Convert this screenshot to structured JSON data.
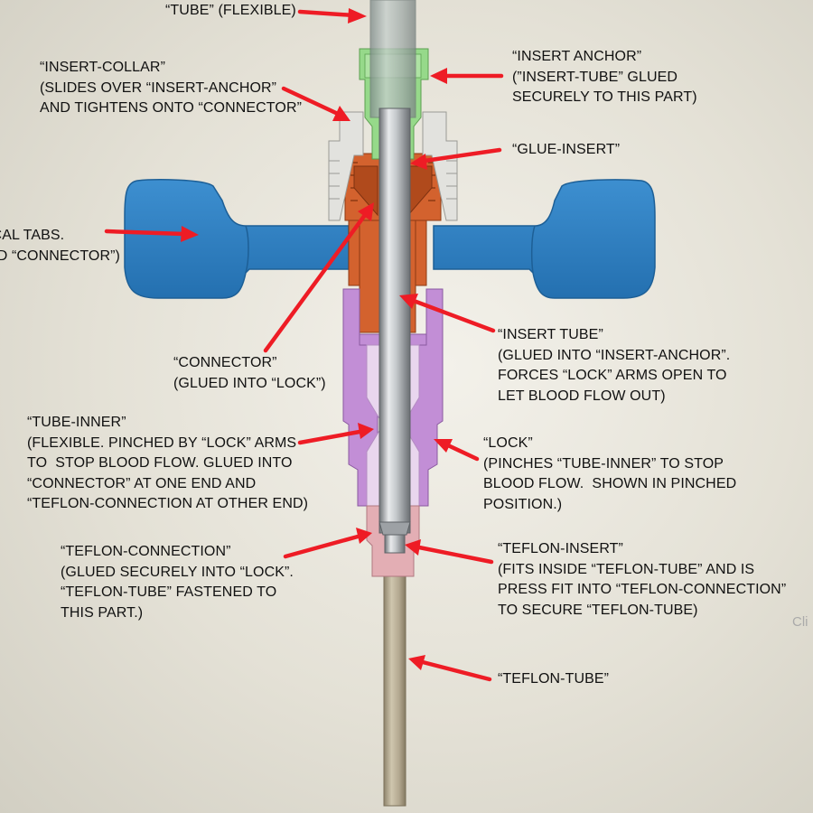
{
  "labels": {
    "tube": "“TUBE” (FLEXIBLE)",
    "insert_anchor": "“INSERT ANCHOR”\n(”INSERT-TUBE” GLUED\nSECURELY TO THIS PART)",
    "insert_collar": "“INSERT-COLLAR”\n(SLIDES OVER “INSERT-ANCHOR”\nAND TIGHTENS ONTO “CONNECTOR”",
    "glue_insert": "“GLUE-INSERT”",
    "tabs": "ICAL TABS.\nED “CONNECTOR”)",
    "insert_tube": "“INSERT TUBE”\n(GLUED INTO “INSERT-ANCHOR”.\nFORCES “LOCK” ARMS OPEN TO\nLET BLOOD FLOW OUT)",
    "connector": "“CONNECTOR”\n(GLUED INTO “LOCK”)",
    "tube_inner": "“TUBE-INNER”\n(FLEXIBLE. PINCHED BY “LOCK” ARMS\nTO  STOP BLOOD FLOW. GLUED INTO\n“CONNECTOR” AT ONE END AND\n“TEFLON-CONNECTION AT OTHER END)",
    "lock": "“LOCK”\n(PINCHES “TUBE-INNER” TO STOP\nBLOOD FLOW.  SHOWN IN PINCHED\nPOSITION.)",
    "teflon_connection": "“TEFLON-CONNECTION”\n(GLUED SECURELY INTO “LOCK”.\n“TEFLON-TUBE” FASTENED TO\nTHIS PART.)",
    "teflon_insert": "“TEFLON-INSERT”\n(FITS INSIDE “TEFLON-TUBE” AND IS\nPRESS FIT INTO “TEFLON-CONNECTION”\nTO SECURE “TEFLON-TUBE)",
    "teflon_tube": "“TEFLON-TUBE”",
    "clip_hint": "Cli"
  },
  "colors": {
    "arrow": "#ee1c25",
    "tabs": "#2f82c6",
    "insert_anchor": "#96d98a",
    "insert_collar": "#e2e2de",
    "connector": "#d3622e",
    "lock": "#c28ed6",
    "teflon_connection": "#e3aeb4",
    "teflon_tube": "#b3a890",
    "tube": "#a9b3b0",
    "insert_tube": "#b8bcbf"
  }
}
